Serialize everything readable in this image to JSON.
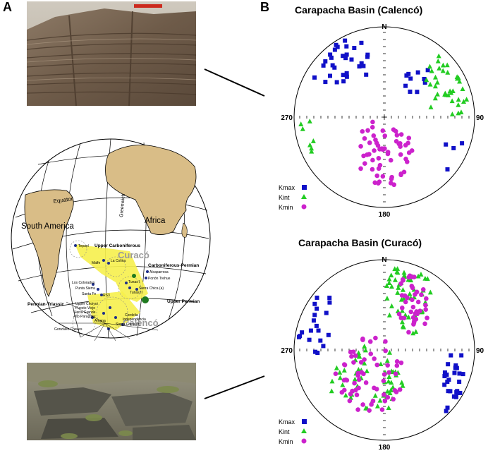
{
  "panel_a": {
    "label": "A",
    "globe": {
      "continents": [
        "South America",
        "Africa"
      ],
      "equator": "Equator",
      "greenwich": "Greenwich",
      "basins": [
        "Curacó",
        "Calencó"
      ],
      "periods": [
        "Upper Carboniferous",
        "Carboniferous-Permian",
        "Upper Permian",
        "Permian-Triassic"
      ],
      "localities": [
        "Tepuel",
        "Malfe",
        "La Colina",
        "Alcaparrosa",
        "Ponón Trehue",
        "Los Colorados",
        "Punta Sierra",
        "Santa Fe",
        "RS3",
        "Tunas I",
        "Tunas II",
        "Sierra Chica (a)",
        "Upper Choiyoi",
        "Puesto Viejo",
        "Sierra Grande",
        "Alto Paraguay",
        "Amana",
        "Cerdelia",
        "Independencia",
        "Sierra Chica (b)",
        "González Chaves"
      ]
    }
  },
  "panel_b": {
    "label": "B",
    "nets": [
      {
        "title": "Carapacha Basin (Calencó)",
        "north": "N",
        "south": "180",
        "west": "270",
        "east": "90",
        "legend": [
          {
            "label": "Kmax",
            "color": "#1010c8",
            "symbol": "square-icon"
          },
          {
            "label": "Kint",
            "color": "#22cc22",
            "symbol": "triangle-icon"
          },
          {
            "label": "Kmin",
            "color": "#cc22cc",
            "symbol": "circle-icon"
          }
        ]
      },
      {
        "title": "Carapacha Basin (Curacó)",
        "north": "N",
        "south": "180",
        "west": "270",
        "east": "90",
        "legend": [
          {
            "label": "Kmax",
            "color": "#1010c8",
            "symbol": "square-icon"
          },
          {
            "label": "Kint",
            "color": "#22cc22",
            "symbol": "triangle-icon"
          },
          {
            "label": "Kmin",
            "color": "#cc22cc",
            "symbol": "circle-icon"
          }
        ]
      }
    ]
  }
}
